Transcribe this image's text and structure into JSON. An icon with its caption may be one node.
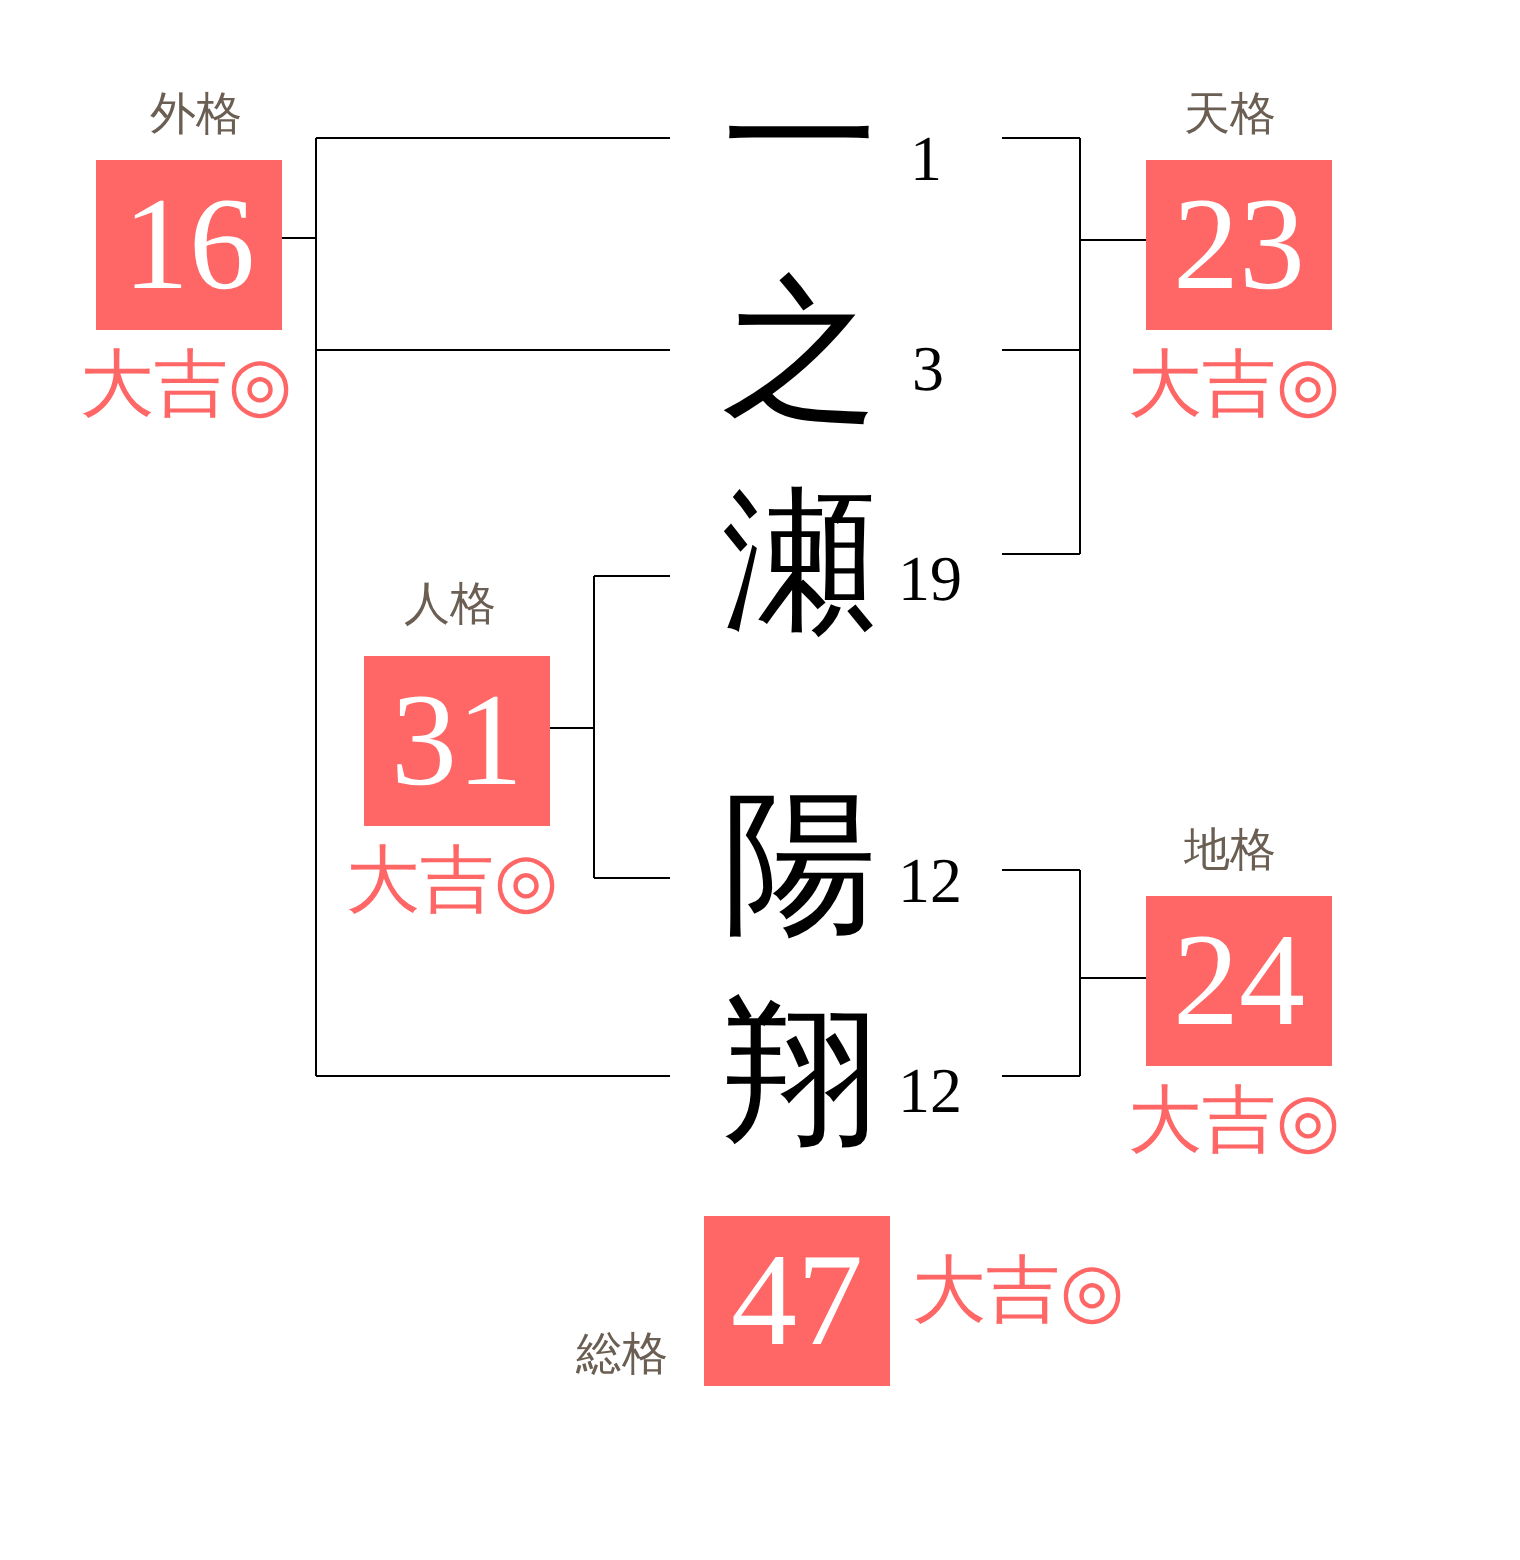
{
  "diagram": {
    "nodes": [
      {
        "text": [
          "外格",
          "16"
        ],
        "beside": [
          "大吉◎"
        ]
      },
      {
        "text": [
          "一"
        ],
        "beside": [
          "1"
        ]
      },
      {
        "text": [
          "天格",
          "23"
        ],
        "beside": [
          "大吉◎"
        ]
      },
      {
        "text": [
          "之"
        ],
        "beside": [
          "3"
        ]
      },
      {
        "text": [
          "瀬"
        ],
        "beside": [
          "19"
        ]
      },
      {
        "text": [
          "人格",
          "31"
        ],
        "beside": [
          "大吉◎"
        ]
      },
      {
        "text": [
          "陽"
        ],
        "beside": [
          "12"
        ]
      },
      {
        "text": [
          "地格",
          "24"
        ],
        "beside": [
          "大吉◎"
        ]
      },
      {
        "text": [
          "翔"
        ],
        "beside": [
          "12"
        ]
      },
      {
        "text": [
          "総格",
          "47"
        ],
        "beside": [
          "大吉◎"
        ]
      }
    ],
    "edges": [
      {
        "from": 1,
        "to": 0,
        "arrow": "none"
      },
      {
        "from": 3,
        "to": 0,
        "arrow": "none"
      },
      {
        "from": 8,
        "to": 0,
        "arrow": "none"
      },
      {
        "from": 1,
        "to": 2,
        "arrow": "none"
      },
      {
        "from": 3,
        "to": 2,
        "arrow": "none"
      },
      {
        "from": 4,
        "to": 2,
        "arrow": "none"
      },
      {
        "from": 4,
        "to": 5,
        "arrow": "none"
      },
      {
        "from": 6,
        "to": 5,
        "arrow": "none"
      },
      {
        "from": 6,
        "to": 7,
        "arrow": "none"
      },
      {
        "from": 8,
        "to": 7,
        "arrow": "none"
      }
    ]
  }
}
